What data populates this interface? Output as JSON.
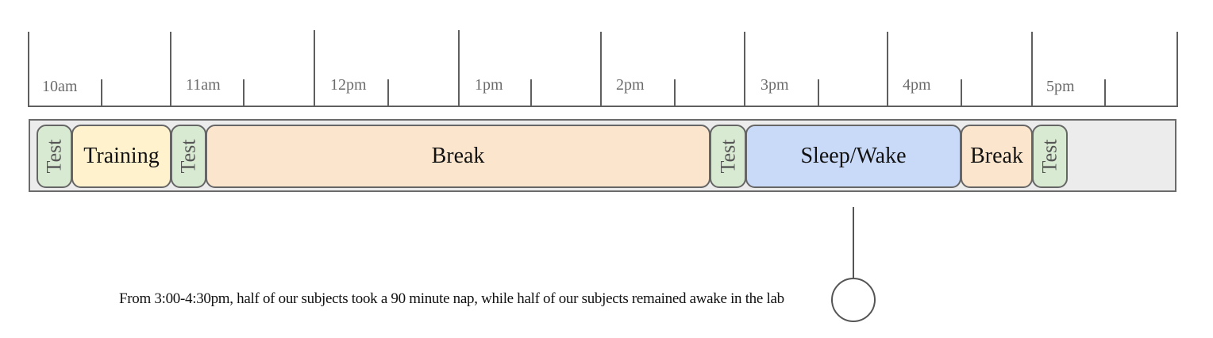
{
  "timeline": {
    "hour_labels": [
      "10am",
      "11am",
      "12pm",
      "1pm",
      "2pm",
      "3pm",
      "4pm",
      "5pm"
    ],
    "colors": {
      "test": "#d9ead3",
      "training": "#fff2cc",
      "break": "#fce5cd",
      "sleep_wake": "#c9daf8",
      "track_bg": "#ececec",
      "line": "#5f5f5f"
    }
  },
  "blocks": [
    {
      "label": "Test",
      "type": "test"
    },
    {
      "label": "Training",
      "type": "training"
    },
    {
      "label": "Test",
      "type": "test"
    },
    {
      "label": "Break",
      "type": "break"
    },
    {
      "label": "Test",
      "type": "test"
    },
    {
      "label": "Sleep/Wake",
      "type": "sleep_wake"
    },
    {
      "label": "Break",
      "type": "break"
    },
    {
      "label": "Test",
      "type": "test"
    }
  ],
  "annotation": {
    "caption": "From 3:00-4:30pm, half of our subjects took a 90 minute nap, while half of our subjects remained awake in the lab"
  }
}
